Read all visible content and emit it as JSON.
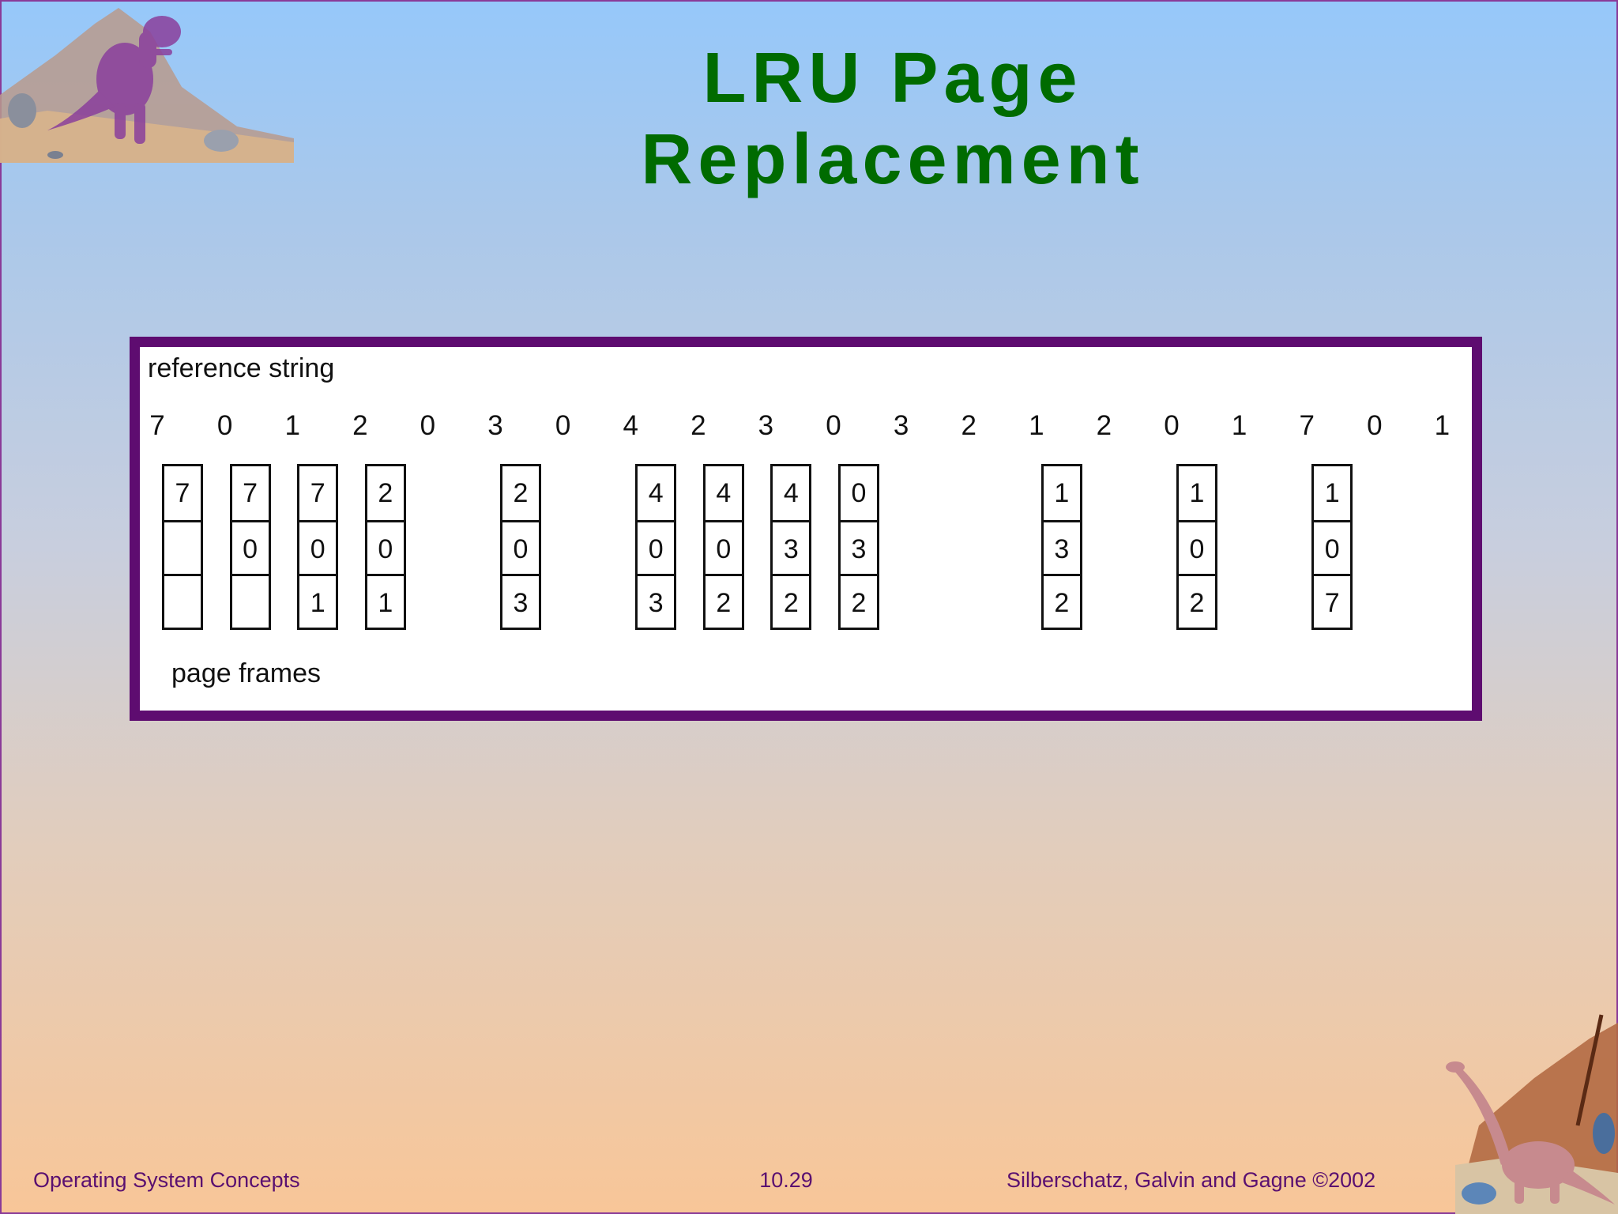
{
  "slide": {
    "title": "LRU Page Replacement"
  },
  "diagram": {
    "reference_label": "reference string",
    "frames_label": "page frames",
    "reference_string": [
      "7",
      "0",
      "1",
      "2",
      "0",
      "3",
      "0",
      "4",
      "2",
      "3",
      "0",
      "3",
      "2",
      "1",
      "2",
      "0",
      "1",
      "7",
      "0",
      "1"
    ],
    "frames": [
      {
        "ref_index": 0,
        "cells": [
          "7",
          "",
          ""
        ]
      },
      {
        "ref_index": 1,
        "cells": [
          "7",
          "0",
          ""
        ]
      },
      {
        "ref_index": 2,
        "cells": [
          "7",
          "0",
          "1"
        ]
      },
      {
        "ref_index": 3,
        "cells": [
          "2",
          "0",
          "1"
        ]
      },
      {
        "ref_index": 5,
        "cells": [
          "2",
          "0",
          "3"
        ]
      },
      {
        "ref_index": 7,
        "cells": [
          "4",
          "0",
          "3"
        ]
      },
      {
        "ref_index": 8,
        "cells": [
          "4",
          "0",
          "2"
        ]
      },
      {
        "ref_index": 9,
        "cells": [
          "4",
          "3",
          "2"
        ]
      },
      {
        "ref_index": 10,
        "cells": [
          "0",
          "3",
          "2"
        ]
      },
      {
        "ref_index": 13,
        "cells": [
          "1",
          "3",
          "2"
        ]
      },
      {
        "ref_index": 15,
        "cells": [
          "1",
          "0",
          "2"
        ]
      },
      {
        "ref_index": 17,
        "cells": [
          "1",
          "0",
          "7"
        ]
      }
    ]
  },
  "footer": {
    "left": "Operating System Concepts",
    "center": "10.29",
    "right": "Silberschatz, Galvin and  Gagne ©2002"
  },
  "colors": {
    "title": "#006b00",
    "frame_border": "#5e0c70",
    "footer_text": "#5a1070"
  }
}
